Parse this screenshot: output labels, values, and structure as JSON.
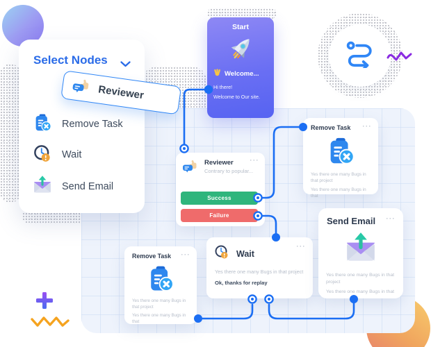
{
  "palette": {
    "accent_blue": "#1b6ef3",
    "success_green": "#2fb57c",
    "failure_red": "#ef6b6b",
    "start_gradient_top": "#8e88f4",
    "start_gradient_bottom": "#5663f2",
    "canvas_bg": "#eef3fc"
  },
  "panel": {
    "title": "Select Nodes",
    "chevron_icon": "chevron-down-icon",
    "drag_chip": {
      "label": "Reviewer",
      "icon": "reviewer-icon"
    },
    "items": [
      {
        "label": "Remove Task",
        "icon": "remove-task-icon"
      },
      {
        "label": "Wait",
        "icon": "wait-icon"
      },
      {
        "label": "Send Email",
        "icon": "send-email-icon"
      }
    ]
  },
  "start_node": {
    "title": "Start",
    "icon": "rocket-icon",
    "greeting_icon": "wave-icon",
    "greeting": "Welcome...",
    "line1": "Hi there!",
    "line2": "Welcome to Our site."
  },
  "flow_nodes": {
    "reviewer": {
      "title": "Reviewer",
      "subtitle": "Contrary to popular...",
      "menu": "···",
      "success_label": "Success",
      "failure_label": "Failure"
    },
    "remove_task_top": {
      "title": "Remove Task",
      "menu": "···",
      "line1": "Yes there one many Bugs in that project",
      "line2": "Yes there one many Bugs in that"
    },
    "wait": {
      "title": "Wait",
      "menu": "···",
      "line1": "Yes there one many Bugs in that project",
      "line2": "Ok, thanks for replay"
    },
    "send_email": {
      "title": "Send Email",
      "menu": "···",
      "line1": "Yes there one many Bugs in that project",
      "line2": "Yes there one many Bugs in that"
    },
    "remove_task_bottom": {
      "title": "Remove Task",
      "menu": "···",
      "line1": "Yes there one many Bugs in that project",
      "line2": "Yes there one many Bugs in that"
    }
  }
}
